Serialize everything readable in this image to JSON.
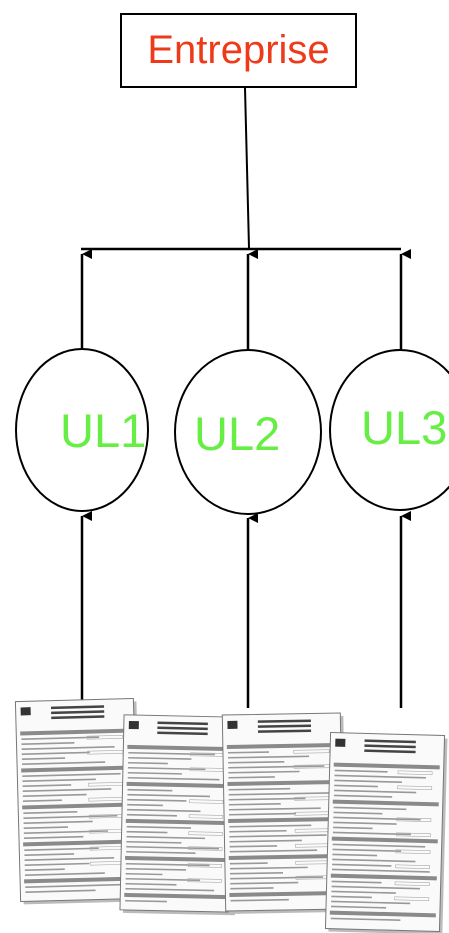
{
  "diagram": {
    "root": {
      "label": "Entreprise",
      "color": "#ee3a18"
    },
    "units": [
      {
        "label": "UL1"
      },
      {
        "label": "UL2"
      },
      {
        "label": "UL3"
      }
    ],
    "unit_label_color": "#66ee44",
    "forms_icon": "stacked-form-documents"
  }
}
